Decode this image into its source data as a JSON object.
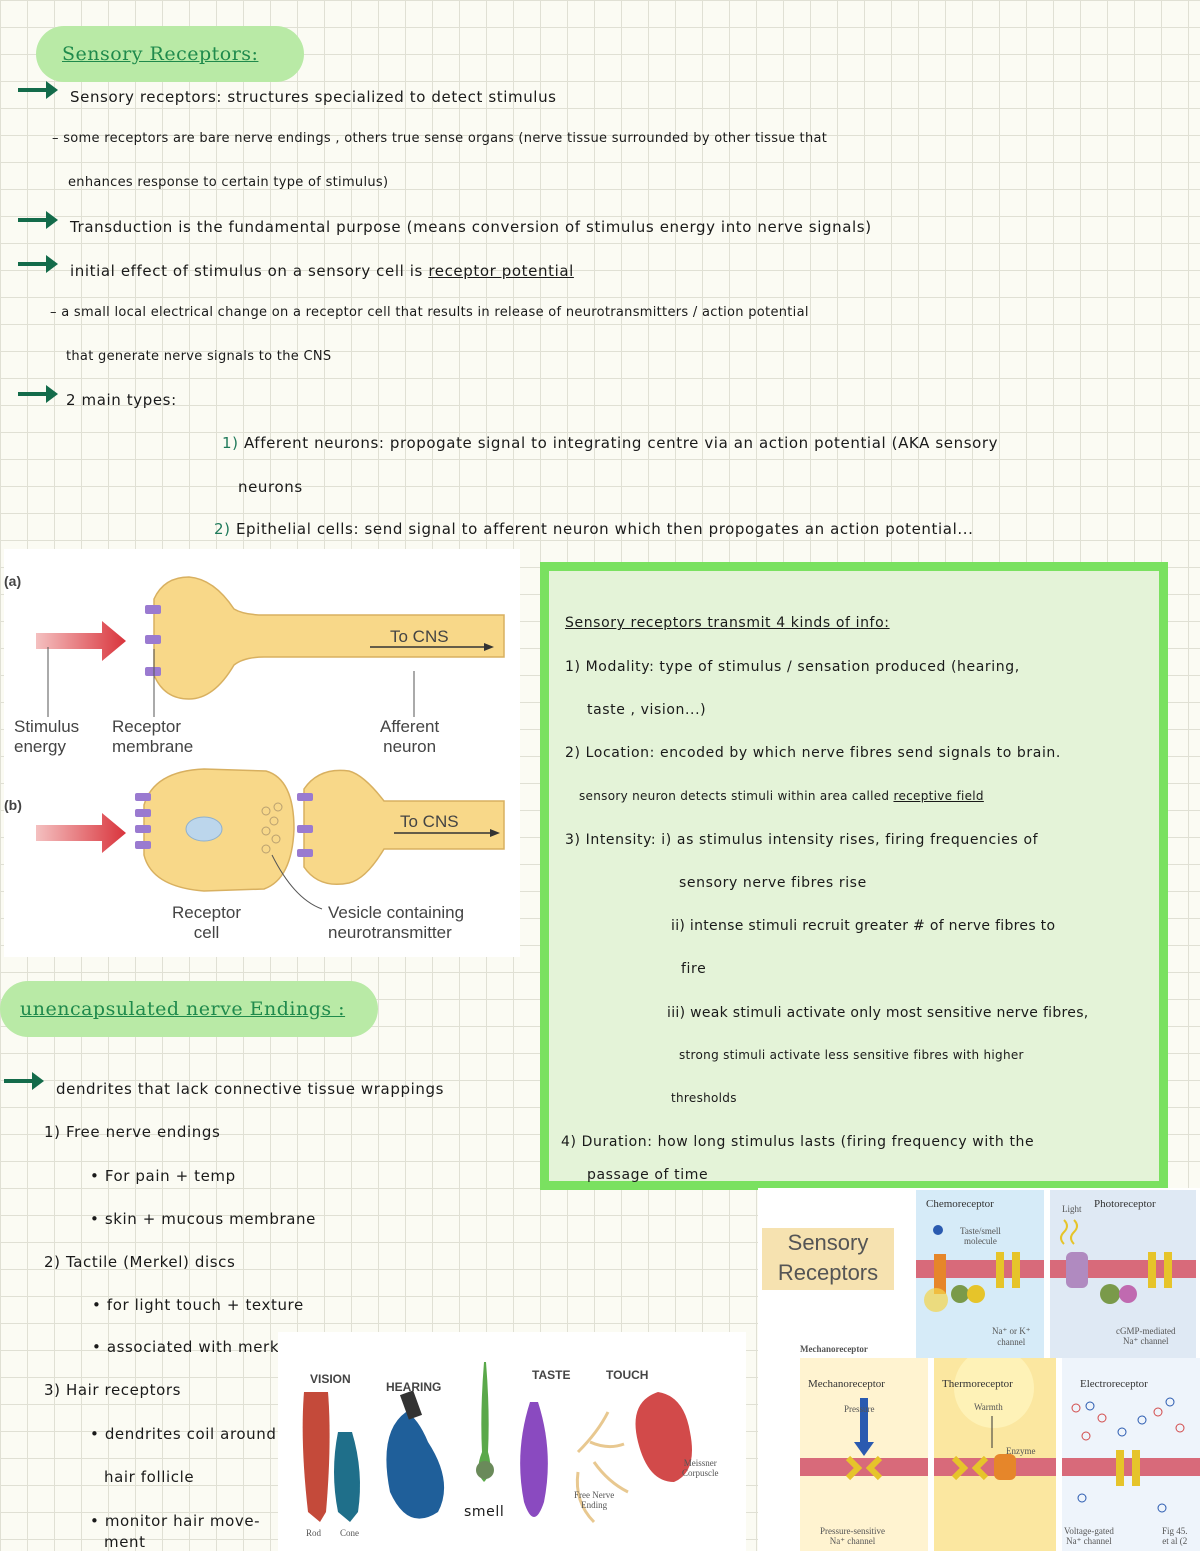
{
  "section1": {
    "title": "Sensory Receptors:",
    "line1": "Sensory receptors: structures specialized to detect stimulus",
    "line2": "some receptors are bare nerve endings , others true sense organs (nerve tissue surrounded by other tissue that",
    "line3": "enhances response to certain type of stimulus)",
    "line4": "Transduction is the fundamental purpose (means conversion of stimulus energy into nerve signals)",
    "line5_pre": "initial effect of stimulus on a sensory cell is",
    "line5_term": "receptor potential",
    "line6": "a small local electrical change on a receptor cell that results in release of neurotransmitters / action potential",
    "line7": "that generate nerve signals to the CNS",
    "line8": "2 main types:",
    "type1_num": "1)",
    "type1": "Afferent neurons: propogate signal to integrating centre via an action potential (AKA sensory",
    "type1_cont": "neurons",
    "type2_num": "2)",
    "type2": "Epithelial cells: send signal to afferent neuron which then propogates an action potential..."
  },
  "figure_ab": {
    "label_a": "(a)",
    "label_b": "(b)",
    "to_cns_a": "To CNS",
    "to_cns_b": "To CNS",
    "stimulus": "Stimulus",
    "energy": "energy",
    "receptor": "Receptor",
    "membrane": "membrane",
    "afferent": "Afferent",
    "neuron": "neuron",
    "receptor2": "Receptor",
    "cell": "cell",
    "vesicle1": "Vesicle containing",
    "vesicle2": "neurotransmitter"
  },
  "infobox": {
    "title": "Sensory receptors transmit 4 kinds of info:",
    "m1": "1) Modality: type of stimulus / sensation produced (hearing,",
    "m1b": "taste , vision...)",
    "m2": "2) Location: encoded by which nerve fibres send signals to brain.",
    "m2b_pre": "sensory neuron detects stimuli within area called",
    "m2b_term": "receptive field",
    "m3": "3) Intensity: i) as stimulus intensity rises, firing frequencies of",
    "m3b": "sensory nerve fibres rise",
    "m3c": "ii) intense stimuli recruit greater # of nerve fibres to",
    "m3d": "fire",
    "m3e": "iii) weak stimuli activate only most sensitive nerve fibres,",
    "m3f": "strong stimuli activate less sensitive fibres with higher",
    "m3g": "thresholds",
    "m4": "4) Duration: how long stimulus lasts (firing frequency with the",
    "m4b": "passage of time"
  },
  "section2": {
    "title": "unencapsulated nerve Endings :",
    "line1": "dendrites that lack connective tissue wrappings",
    "i1": "1) Free nerve endings",
    "i1a": "• For pain + temp",
    "i1b": "• skin + mucous membrane",
    "i2": "2) Tactile (Merkel) discs",
    "i2a": "• for light touch + texture",
    "i2b": "• associated with merkel cells at the base of epidermis",
    "i3": "3) Hair receptors",
    "i3a": "• dendrites coil around",
    "i3b": "hair follicle",
    "i3c": "• monitor hair move-",
    "i3d": "ment"
  },
  "figure_senses": {
    "vision": "VISION",
    "hearing": "HEARING",
    "taste": "TASTE",
    "touch": "TOUCH",
    "smell": "smell",
    "rod": "Rod",
    "cone": "Cone",
    "free1": "Free Nerve",
    "free2": "Ending",
    "meissner1": "Meissner",
    "meissner2": "Corpuscle"
  },
  "figure_types": {
    "title1": "Sensory",
    "title2": "Receptors",
    "chemo": "Chemoreceptor",
    "chemo_mol1": "Taste/smell",
    "chemo_mol2": "molecule",
    "chemo_ch1": "Na⁺ or K⁺",
    "chemo_ch2": "channel",
    "photo": "Photoreceptor",
    "light": "Light",
    "photo_ch1": "cGMP-mediated",
    "photo_ch2": "Na⁺ channel",
    "mech_small": "Mechanoreceptor",
    "mech": "Mechanoreceptor",
    "pressure": "Pressure",
    "mech_ch1": "Pressure-sensitive",
    "mech_ch2": "Na⁺ channel",
    "thermo": "Thermoreceptor",
    "warmth": "Warmth",
    "enzyme": "Enzyme",
    "electro": "Electroreceptor",
    "electro_ch1": "Voltage-gated",
    "electro_ch2": "Na⁺ channel",
    "fig1": "Fig 45.",
    "fig2": "et al (2"
  },
  "colors": {
    "arrow_green": "#136b4a",
    "pill_green": "#b9eaa6",
    "pill_text": "#1f8a4c",
    "box_border": "#7ae160",
    "box_fill": "#e4f3d8",
    "neuron_fill": "#f8d889",
    "stimulus_red": "#d9343c"
  }
}
